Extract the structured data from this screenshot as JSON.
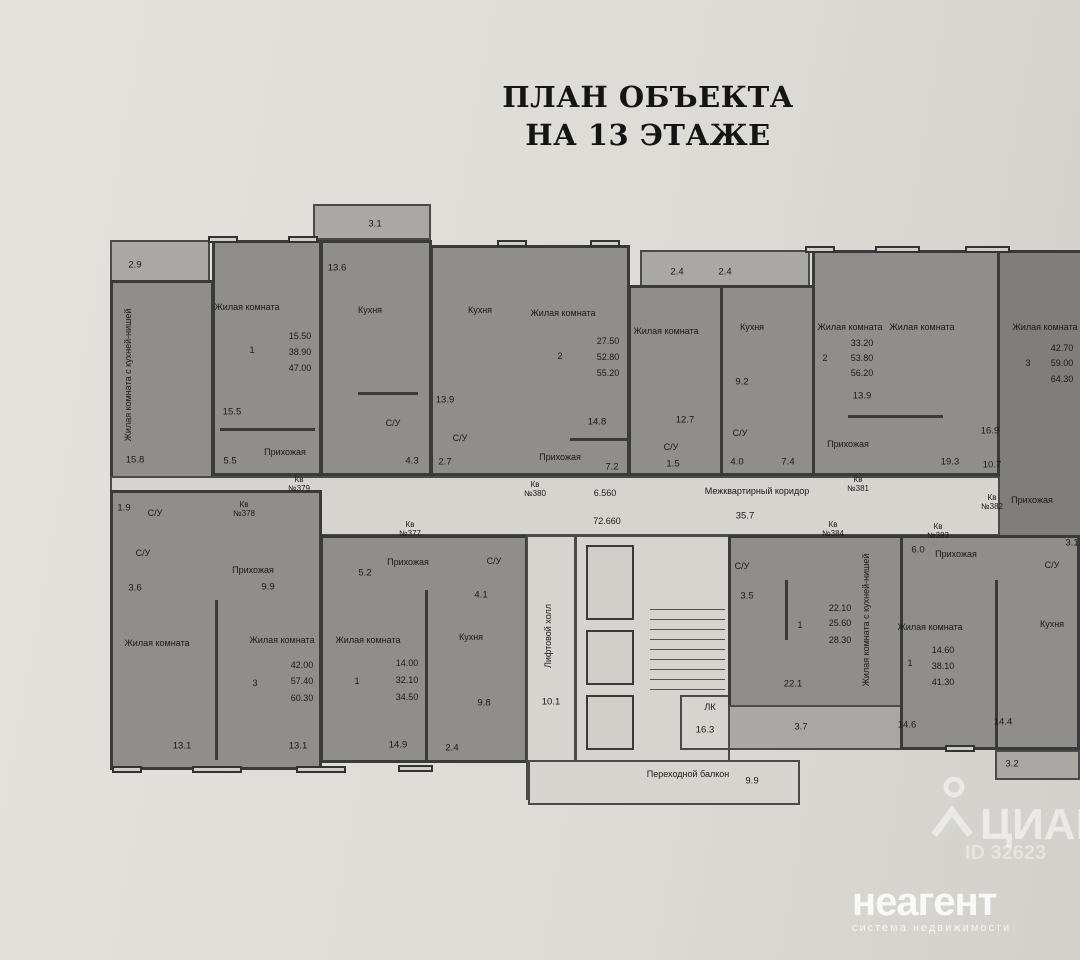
{
  "title": {
    "line1": "ПЛАН ОБЪЕКТА",
    "line2": "НА 13 ЭТАЖЕ"
  },
  "labels": [
    "3.1",
    "2.9",
    "Жилая комната с кухней-нишей",
    "15.8",
    "Жилая комната",
    "15.50",
    "38.90",
    "47.00",
    "1",
    "13.6",
    "Кухня",
    "15.5",
    "С/У",
    "5.5",
    "Прихожая",
    "4.3",
    "Кухня",
    "13.9",
    "С/У",
    "2.7",
    "Жилая комната",
    "27.50",
    "52.80",
    "55.20",
    "2",
    "14.8",
    "Прихожая",
    "7.2",
    "Жилая комната",
    "2.4",
    "2.4",
    "12.7",
    "С/У",
    "1.5",
    "Кухня",
    "9.2",
    "С/У",
    "4.0",
    "7.4",
    "Жилая комната",
    "33.20",
    "53.80",
    "56.20",
    "2",
    "13.9",
    "Прихожая",
    "19.3",
    "Жилая комната",
    "Жилая комната",
    "42.70",
    "59.00",
    "64.30",
    "3",
    "16.9",
    "10.7",
    "Прихожая",
    "Кв №379",
    "Кв №378",
    "Кв №380",
    "Кв №381",
    "Кв №382",
    "Кв №377",
    "Кв №384",
    "Кв №383",
    "Межквартирный коридор",
    "35.7",
    "6.560",
    "72.660",
    "1.9",
    "С/У",
    "С/У",
    "3.6",
    "Прихожая",
    "9.9",
    "Жилая комната",
    "Жилая комната",
    "42.00",
    "57.40",
    "60.30",
    "3",
    "13.1",
    "13.1",
    "5.2",
    "Прихожая",
    "С/У",
    "4.1",
    "Жилая комната",
    "14.00",
    "32.10",
    "34.50",
    "1",
    "Кухня",
    "9.8",
    "14.9",
    "2.4",
    "Лифтовой холл",
    "10.1",
    "ЛК",
    "16.3",
    "Переходной балкон",
    "9.9",
    "С/У",
    "3.5",
    "22.10",
    "25.60",
    "28.30",
    "1",
    "Жилая комната с кухней-нишей",
    "22.1",
    "3.7",
    "6.0",
    "Прихожая",
    "Жилая комната",
    "14.60",
    "38.10",
    "41.30",
    "1",
    "14.6",
    "14.4",
    "3.2",
    "Кухня",
    "С/У",
    "3.1"
  ],
  "watermarks": {
    "cian": "ЦИАН",
    "cian_id": "ID 32623",
    "neagent": "неагент",
    "neagent_sub": "система недвижимости"
  }
}
